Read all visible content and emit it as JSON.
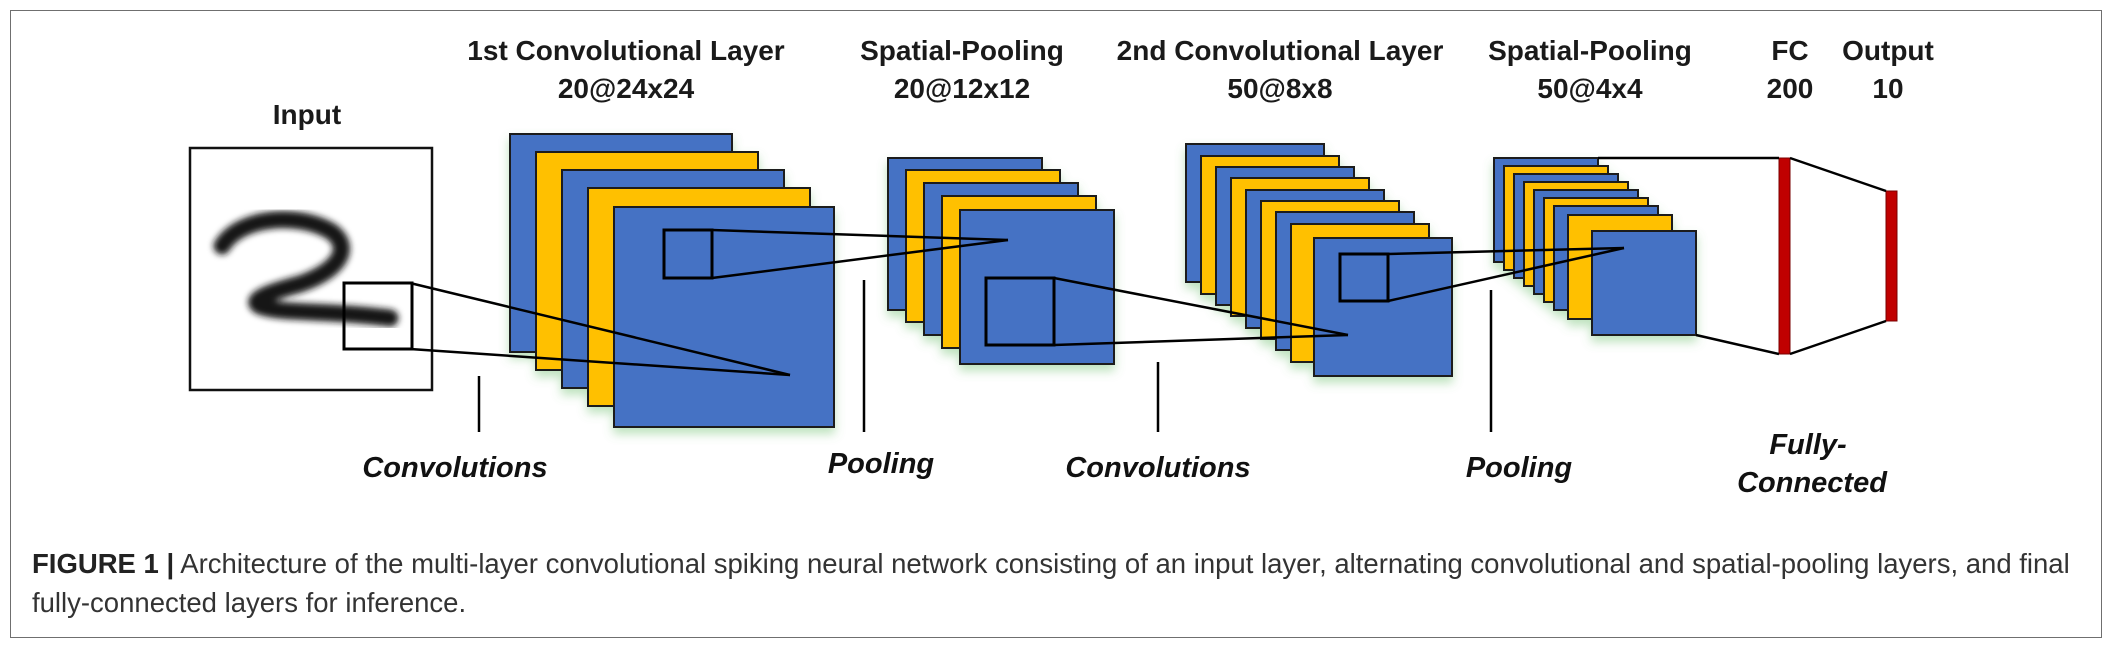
{
  "input_title": "Input",
  "layers": [
    {
      "name": "1st Convolutional Layer",
      "dims": "20@24x24"
    },
    {
      "name": "Spatial-Pooling",
      "dims": "20@12x12"
    },
    {
      "name": "2nd Convolutional Layer",
      "dims": "50@8x8"
    },
    {
      "name": "Spatial-Pooling",
      "dims": "50@4x4"
    },
    {
      "name": "FC",
      "dims": "200"
    },
    {
      "name": "Output",
      "dims": "10"
    }
  ],
  "operations": {
    "conv1": "Convolutions",
    "pool1": "Pooling",
    "conv2": "Convolutions",
    "pool2": "Pooling",
    "fc_line1": "Fully-",
    "fc_line2": "Connected"
  },
  "colors": {
    "feature_map_blue": "#4472c4",
    "feature_map_gold": "#ffc000",
    "fc_red": "#c00000"
  },
  "caption": {
    "label": "FIGURE 1 |",
    "text": "Architecture of the multi-layer convolutional spiking neural network consisting of an input layer, alternating convolutional and spatial-pooling layers, and final fully-connected layers for inference."
  }
}
